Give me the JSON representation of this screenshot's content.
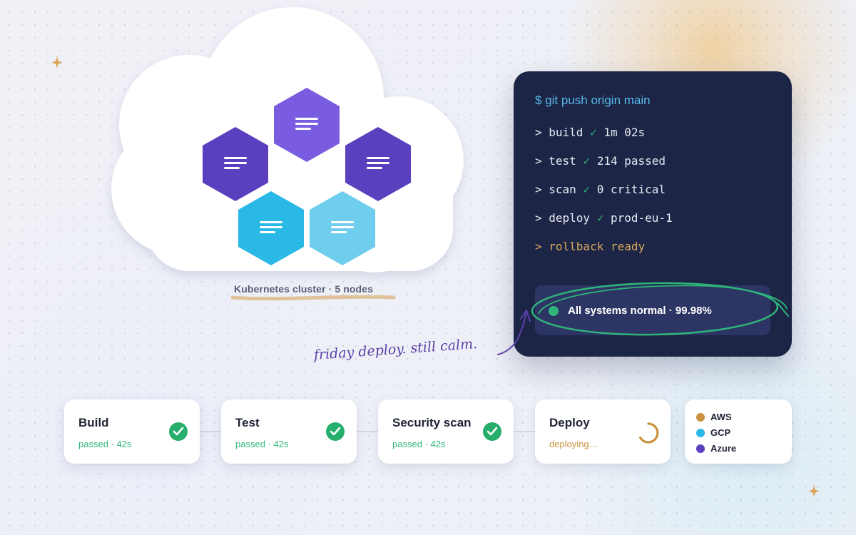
{
  "cluster": {
    "label": "Kubernetes cluster · 5 nodes",
    "node_colors": [
      "#7a5ce0",
      "#5a3fbf",
      "#5a3fbf",
      "#2ab8e6",
      "#6fcdee"
    ]
  },
  "terminal": {
    "command": "$ git push origin main",
    "lines": [
      {
        "prefix": "> build ",
        "check": "✓",
        "value": " 1m 02s"
      },
      {
        "prefix": "> test ",
        "check": "✓",
        "value": " 214 passed"
      },
      {
        "prefix": "> scan ",
        "check": "✓",
        "value": " 0 critical"
      },
      {
        "prefix": "> deploy ",
        "check": "✓",
        "value": " prod-eu-1"
      }
    ],
    "warning_line": "> rollback ready",
    "status": "All systems normal · 99.98%"
  },
  "annotation": "friday deploy. still calm.",
  "pipeline": {
    "stages": [
      {
        "title": "Build",
        "status": "passed · 42s",
        "state": "passed"
      },
      {
        "title": "Test",
        "status": "passed · 42s",
        "state": "passed"
      },
      {
        "title": "Security scan",
        "status": "passed · 42s",
        "state": "passed"
      },
      {
        "title": "Deploy",
        "status": "deploying…",
        "state": "deploying"
      }
    ]
  },
  "providers": [
    {
      "name": "AWS",
      "color": "#c8923f"
    },
    {
      "name": "GCP",
      "color": "#2ab8e6"
    },
    {
      "name": "Azure",
      "color": "#5a3fbf"
    }
  ],
  "colors": {
    "terminal_bg": "#1c2546",
    "success": "#27ae6d",
    "warning": "#d9a85c",
    "accent_purple": "#5b3fa8",
    "highlight_underline": "#e0c29a",
    "status_ring": "#2fb57a"
  }
}
